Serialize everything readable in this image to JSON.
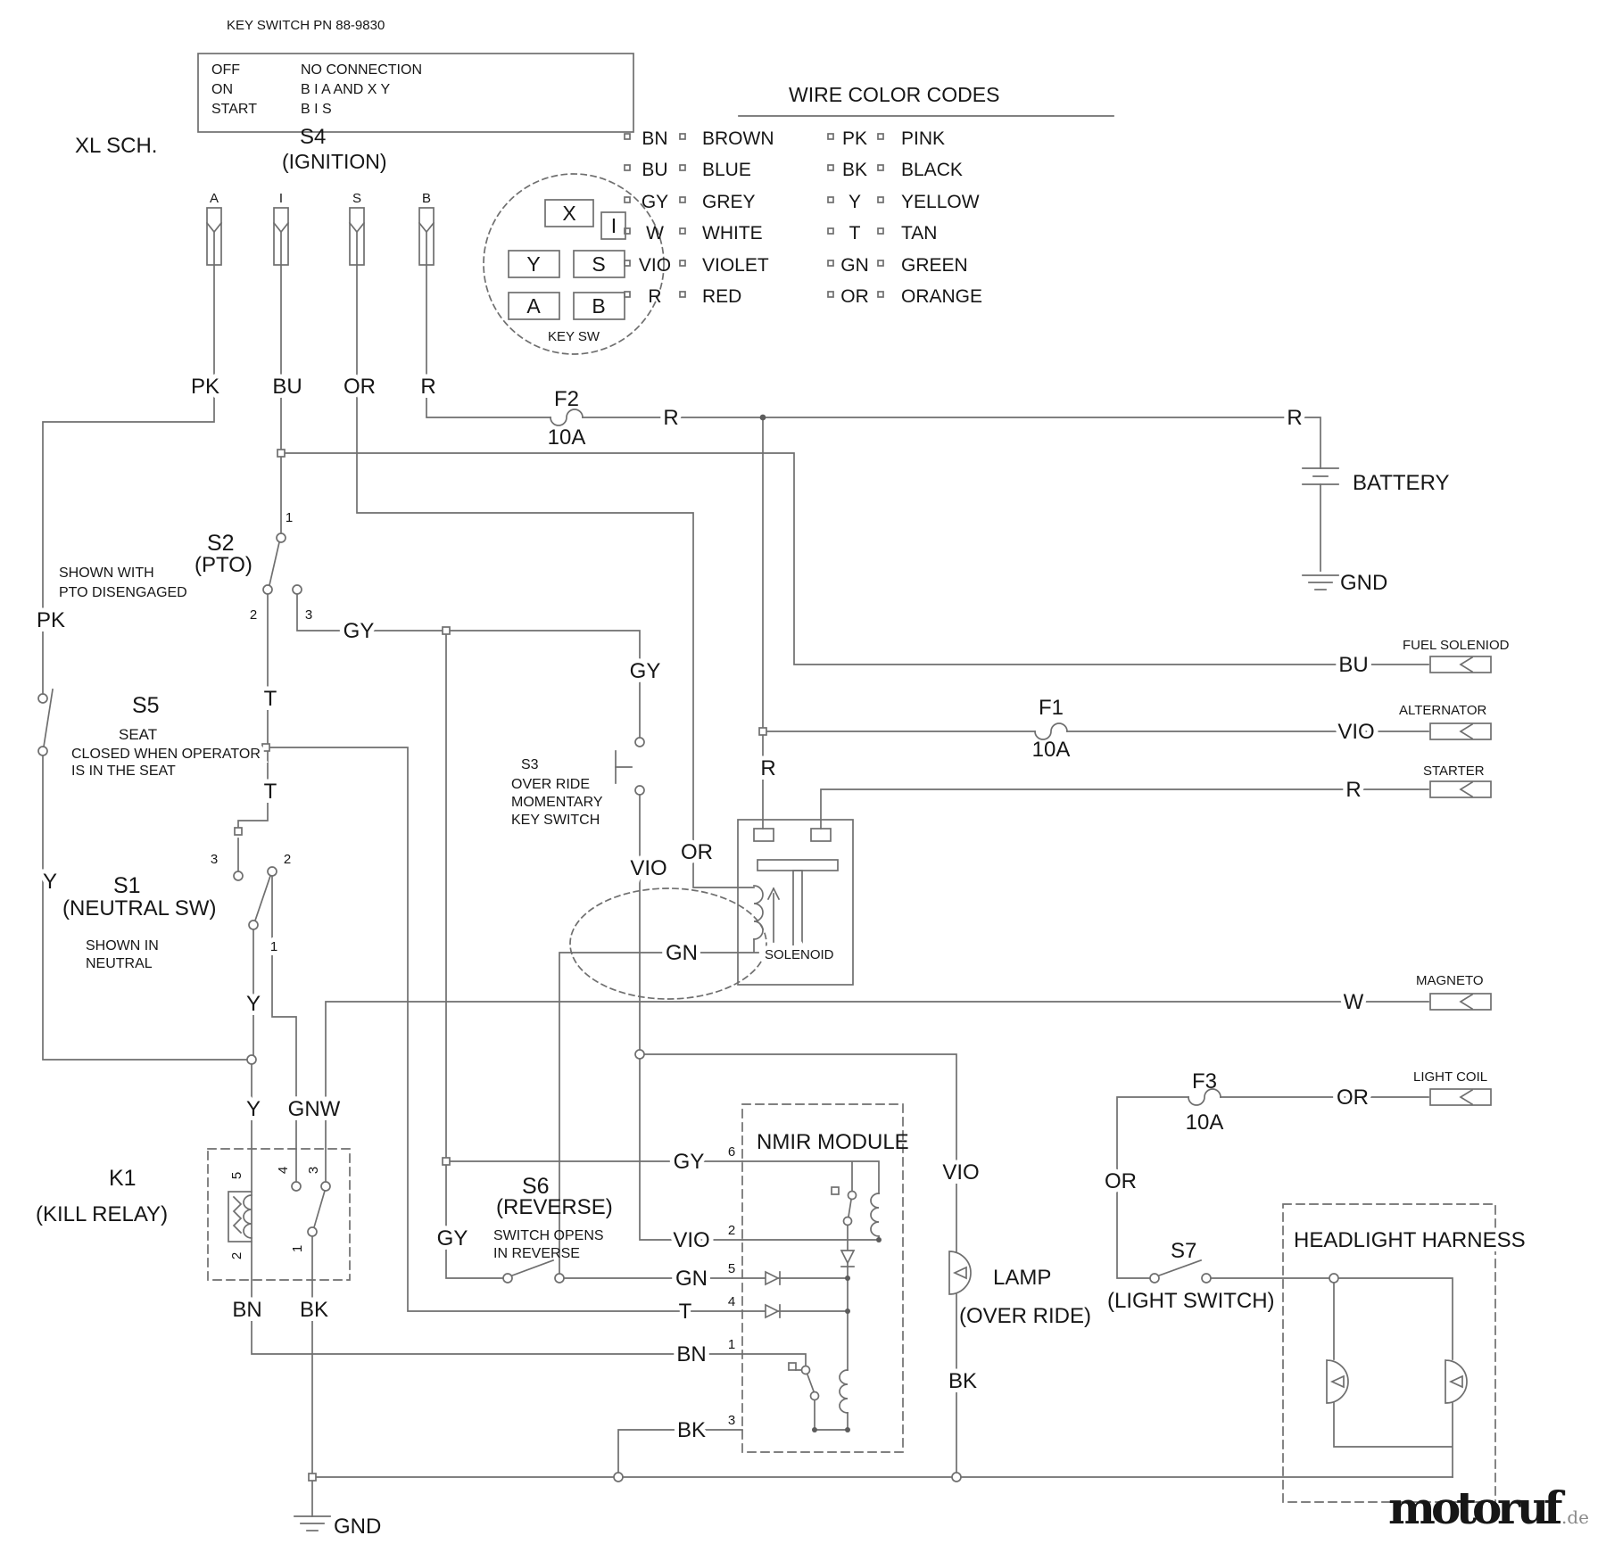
{
  "key_switch_note": {
    "title": "KEY SWITCH PN 88-9830",
    "rows": [
      {
        "state": "OFF",
        "contacts": "NO CONNECTION"
      },
      {
        "state": "ON",
        "contacts": "B I A      AND   X Y"
      },
      {
        "state": "START",
        "contacts": "B I S"
      }
    ]
  },
  "sheet": "XL SCH.",
  "s4": {
    "id": "S4",
    "label": "(IGNITION)",
    "pins": [
      "A",
      "I",
      "S",
      "B"
    ]
  },
  "key_sw": {
    "pads": [
      "X",
      "I",
      "Y",
      "S",
      "A",
      "B"
    ],
    "caption": "KEY SW"
  },
  "wire_color_codes": {
    "title": "WIRE COLOR CODES",
    "left": [
      {
        "code": "BN",
        "name": "BROWN"
      },
      {
        "code": "BU",
        "name": "BLUE"
      },
      {
        "code": "GY",
        "name": "GREY"
      },
      {
        "code": "W",
        "name": "WHITE"
      },
      {
        "code": "VIO",
        "name": "VIOLET"
      },
      {
        "code": "R",
        "name": "RED"
      }
    ],
    "right": [
      {
        "code": "PK",
        "name": "PINK"
      },
      {
        "code": "BK",
        "name": "BLACK"
      },
      {
        "code": "Y",
        "name": "YELLOW"
      },
      {
        "code": "T",
        "name": "TAN"
      },
      {
        "code": "GN",
        "name": "GREEN"
      },
      {
        "code": "OR",
        "name": "ORANGE"
      }
    ]
  },
  "nets": {
    "pk": "PK",
    "bu": "BU",
    "or": "OR",
    "r": "R",
    "gy": "GY",
    "t": "T",
    "y": "Y",
    "gnw": "GNW",
    "vio": "VIO",
    "gn": "GN",
    "bn": "BN",
    "bk": "BK",
    "w": "W"
  },
  "fuses": {
    "f1": {
      "id": "F1",
      "rating": "10A"
    },
    "f2": {
      "id": "F2",
      "rating": "10A"
    },
    "f3": {
      "id": "F3",
      "rating": "10A"
    }
  },
  "battery": {
    "label": "BATTERY"
  },
  "gnd": "GND",
  "s2": {
    "id": "S2",
    "label": "(PTO)",
    "note1": "SHOWN WITH",
    "note2": "PTO DISENGAGED",
    "pins": [
      "1",
      "2",
      "3"
    ]
  },
  "s5": {
    "id": "S5",
    "name": "SEAT",
    "note1": "CLOSED WHEN OPERATOR",
    "note2": "IS IN THE SEAT"
  },
  "s1": {
    "id": "S1",
    "label": "(NEUTRAL SW)",
    "note1": "SHOWN IN",
    "note2": "NEUTRAL",
    "pins": [
      "3",
      "2",
      "1"
    ]
  },
  "s3": {
    "id": "S3",
    "line1": "OVER RIDE",
    "line2": "MOMENTARY",
    "line3": "KEY SWITCH"
  },
  "s6": {
    "id": "S6",
    "label": "(REVERSE)",
    "note1": "SWITCH OPENS",
    "note2": "IN REVERSE"
  },
  "s7": {
    "id": "S7",
    "label": "(LIGHT SWITCH)"
  },
  "k1": {
    "id": "K1",
    "label": "(KILL RELAY)",
    "pins": [
      "5",
      "2",
      "4",
      "3",
      "1"
    ]
  },
  "nmir": {
    "title": "NMIR MODULE",
    "pins": [
      "6",
      "2",
      "5",
      "4",
      "1",
      "3"
    ]
  },
  "solenoid": {
    "label": "SOLENOID"
  },
  "lamp": {
    "label": "LAMP",
    "sub": "(OVER RIDE)"
  },
  "headlight": {
    "title": "HEADLIGHT HARNESS"
  },
  "outputs": {
    "fuel": "FUEL SOLENIOD",
    "alternator": "ALTERNATOR",
    "starter": "STARTER",
    "magneto": "MAGNETO",
    "light_coil": "LIGHT COIL"
  },
  "watermark": {
    "letters": [
      {
        "ch": "m",
        "color": "#2f5fa5"
      },
      {
        "ch": "o",
        "color": "#3fa53f"
      },
      {
        "ch": "t",
        "color": "#6b6b6b"
      },
      {
        "ch": "o",
        "color": "#3a6fbe"
      },
      {
        "ch": "r",
        "color": "#e884b0"
      },
      {
        "ch": "u",
        "color": "#8f8f8f"
      },
      {
        "ch": "f",
        "color": "#e8a21e"
      }
    ],
    "suffix": ".de"
  }
}
